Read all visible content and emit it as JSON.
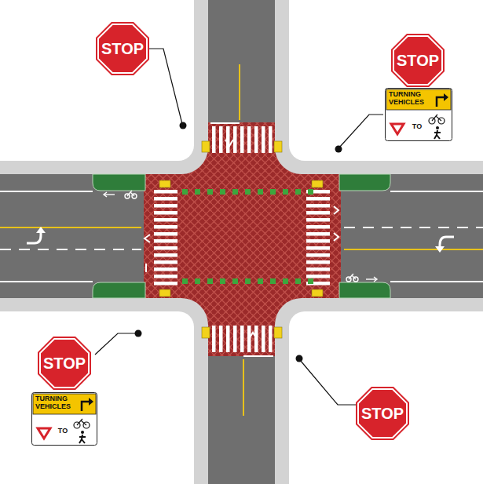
{
  "diagram": {
    "nodes": [
      {
        "text": [
          "STOP"
        ]
      },
      {
        "text": [
          "STOP"
        ]
      },
      {
        "text": [
          "TURNING VEHICLES",
          "TO"
        ]
      },
      {
        "text": [
          "STOP"
        ]
      },
      {
        "text": [
          "TURNING VEHICLES",
          "TO"
        ]
      },
      {
        "text": [
          "STOP"
        ]
      }
    ]
  }
}
